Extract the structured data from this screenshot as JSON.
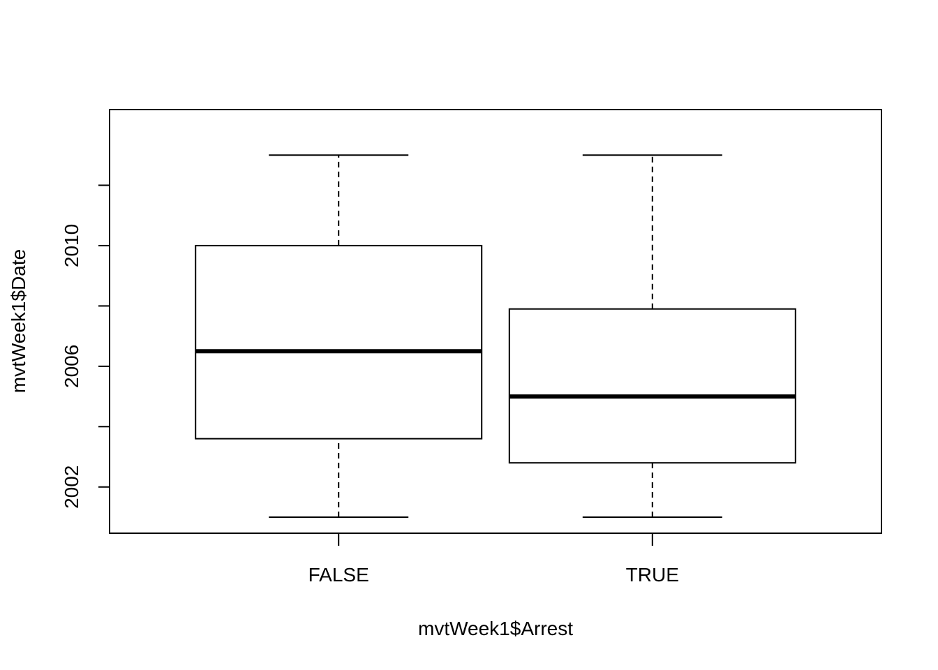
{
  "chart_data": {
    "type": "boxplot",
    "title": "",
    "xlabel": "mvtWeek1$Arrest",
    "ylabel": "mvtWeek1$Date",
    "ylim": [
      2001,
      2014
    ],
    "yticks": [
      2002,
      2004,
      2006,
      2008,
      2010,
      2012
    ],
    "ytick_labels": [
      "2002",
      "",
      "2006",
      "",
      "2010",
      ""
    ],
    "categories": [
      "FALSE",
      "TRUE"
    ],
    "boxes": [
      {
        "category": "FALSE",
        "min": 2001.0,
        "q1": 2003.6,
        "median": 2006.5,
        "q3": 2010.0,
        "max": 2013.0
      },
      {
        "category": "TRUE",
        "min": 2001.0,
        "q1": 2002.8,
        "median": 2005.0,
        "q3": 2007.9,
        "max": 2013.0
      }
    ],
    "grid": false,
    "legend": "none",
    "colors": {
      "box_fill": "#ffffff",
      "line": "#000000"
    }
  }
}
